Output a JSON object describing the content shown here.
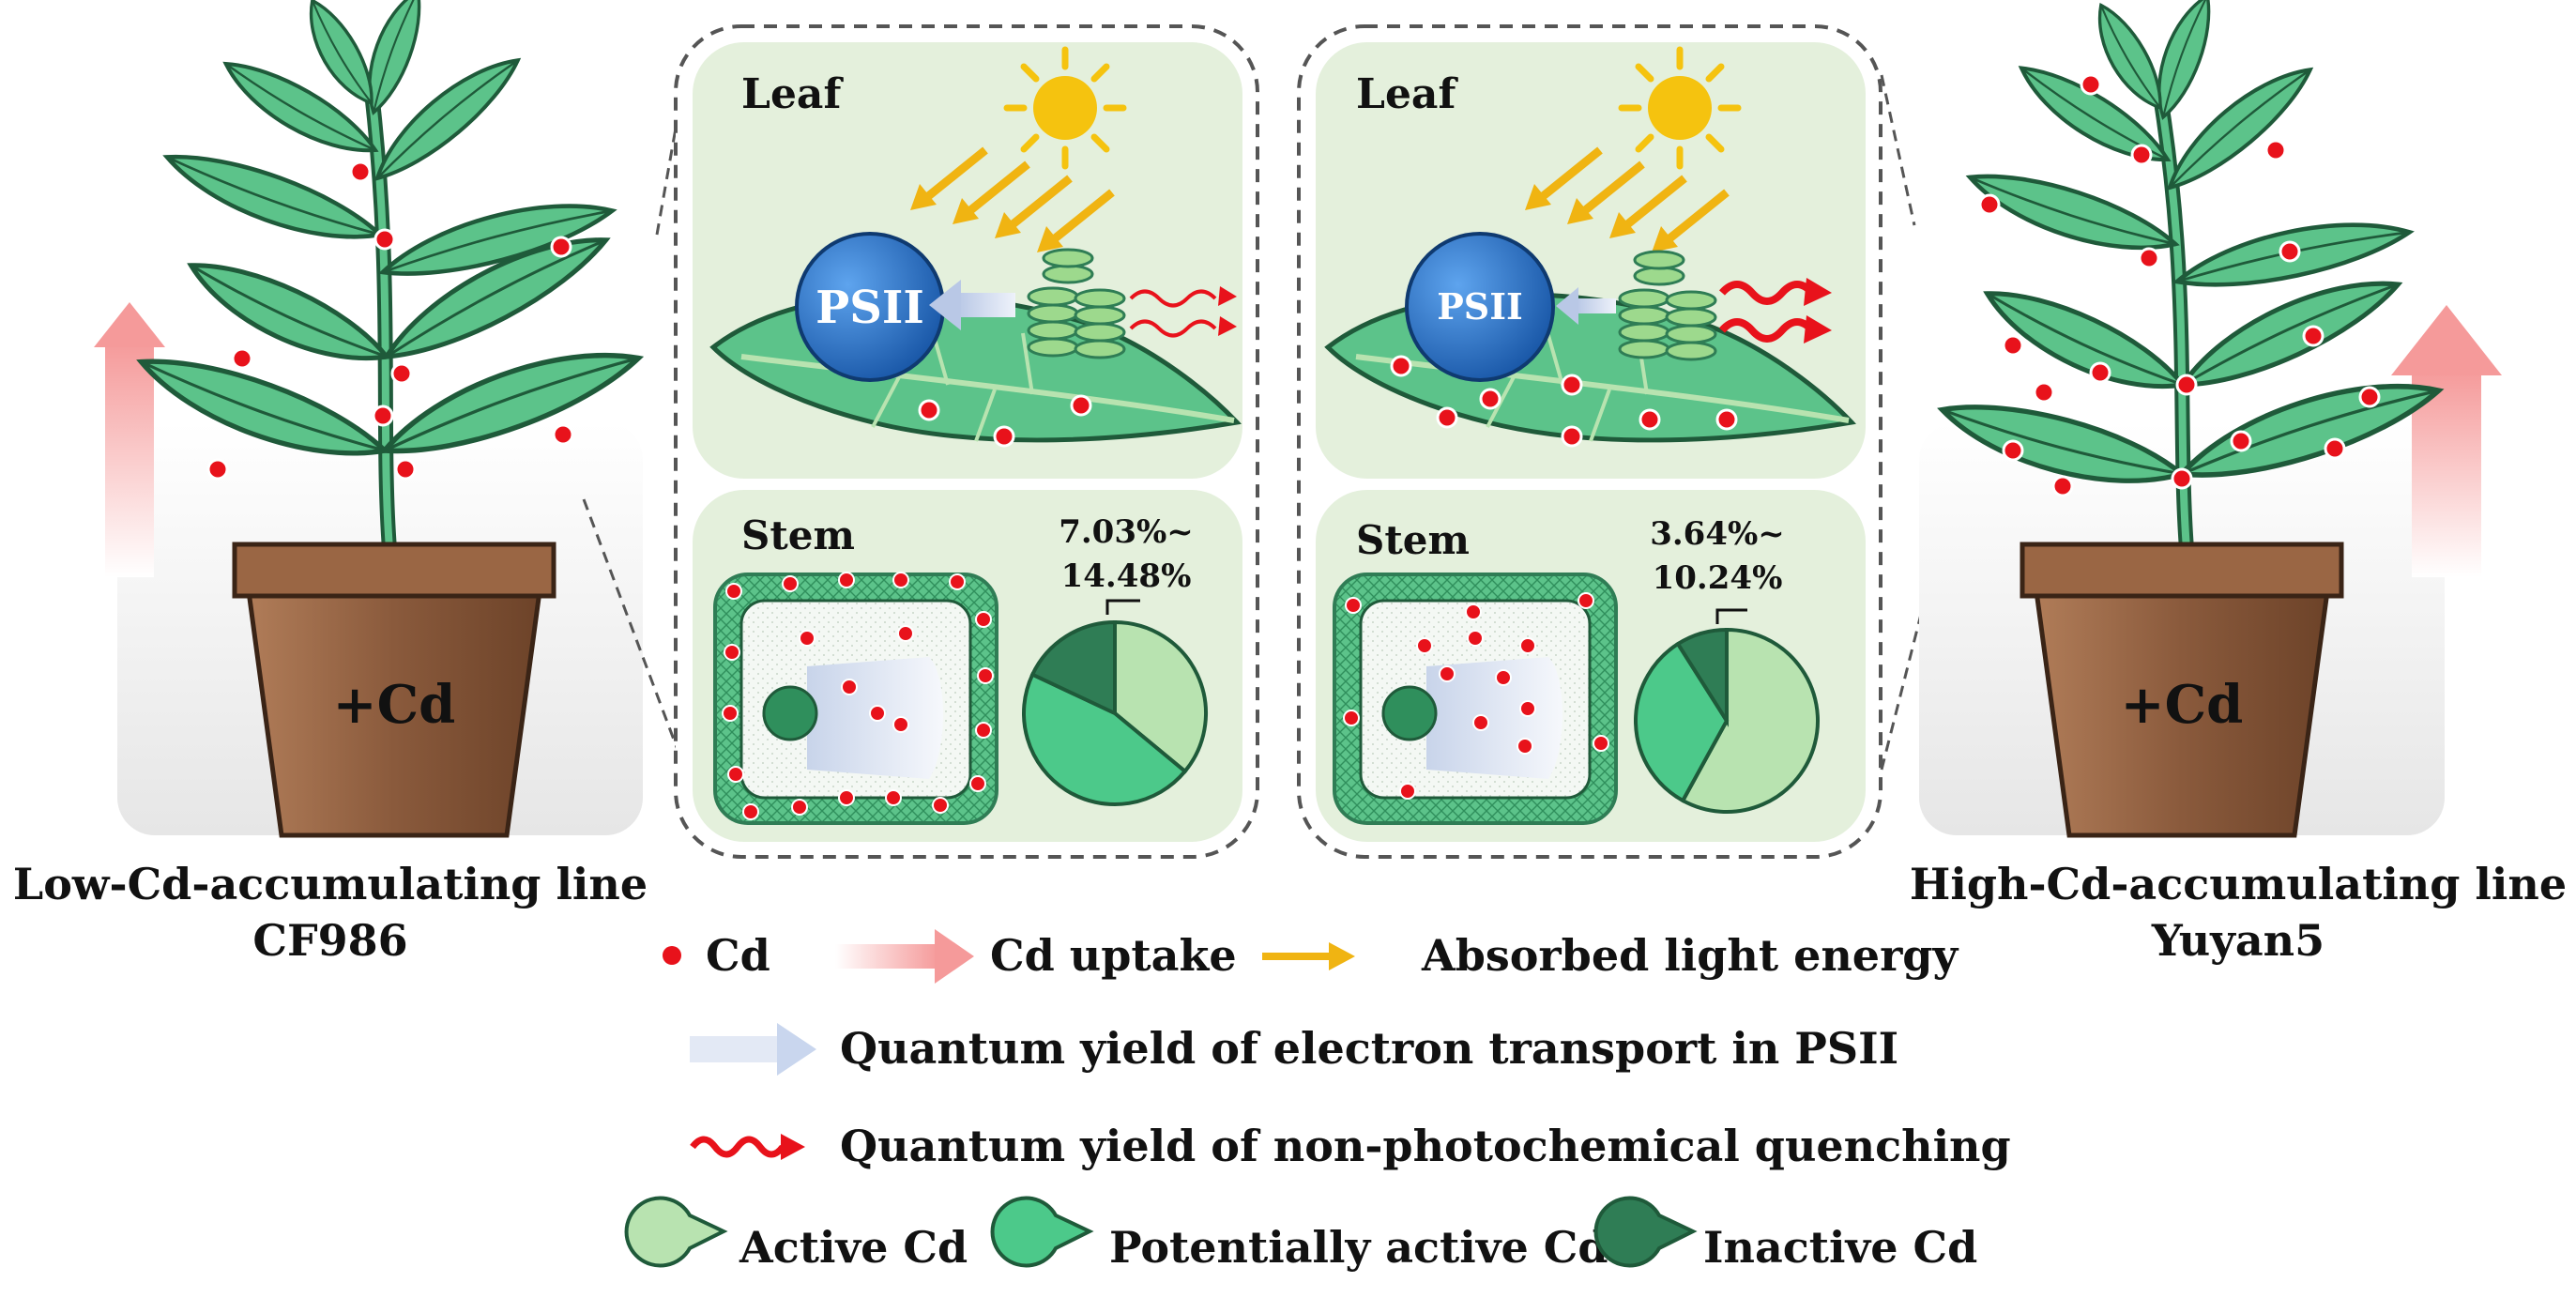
{
  "left_plant": {
    "pot_label": "+Cd",
    "caption_line1": "Low-Cd-accumulating line",
    "caption_line2": "CF986"
  },
  "right_plant": {
    "pot_label": "+Cd",
    "caption_line1": "High-Cd-accumulating line",
    "caption_line2": "Yuyan5"
  },
  "panel_left": {
    "leaf_title": "Leaf",
    "psii_label": "PSII",
    "stem_title": "Stem",
    "range_line1": "7.03%~",
    "range_line2": "14.48%"
  },
  "panel_right": {
    "leaf_title": "Leaf",
    "psii_label": "PSII",
    "stem_title": "Stem",
    "range_line1": "3.64%~",
    "range_line2": "10.24%"
  },
  "legend": {
    "cd": "Cd",
    "cd_uptake": "Cd uptake",
    "absorbed_light": "Absorbed light energy",
    "quantum_psii": "Quantum yield of electron transport in PSII",
    "quantum_npq": "Quantum yield of non-photochemical quenching",
    "active_cd": "Active Cd",
    "potentially_active_cd": "Potentially active Cd",
    "inactive_cd": "Inactive Cd"
  },
  "colors": {
    "panel_bg": "#e4f0dc",
    "panel_inner": "#d6ebcb",
    "leaf_green": "#5cc38a",
    "leaf_dark": "#1f5a3a",
    "cd_dot": "#e8121b",
    "pot": "#8a5a3c",
    "sun": "#f5c30f",
    "light_arrow": "#f0b412",
    "psii_blue": "#1f6fc4",
    "electron_arrow": "#c9d6ee",
    "npq_wave": "#e8121b",
    "active_cd": "#b8e3b0",
    "potentially_active_cd": "#4cc98a",
    "inactive_cd": "#2f7d55",
    "uptake_arrow": "#f6a8a8"
  },
  "chart_data": [
    {
      "type": "pie",
      "series": [
        {
          "values": [
            36,
            46,
            18
          ]
        }
      ]
    },
    {
      "type": "pie",
      "series": [
        {
          "values": [
            58,
            33,
            9
          ]
        }
      ]
    }
  ]
}
